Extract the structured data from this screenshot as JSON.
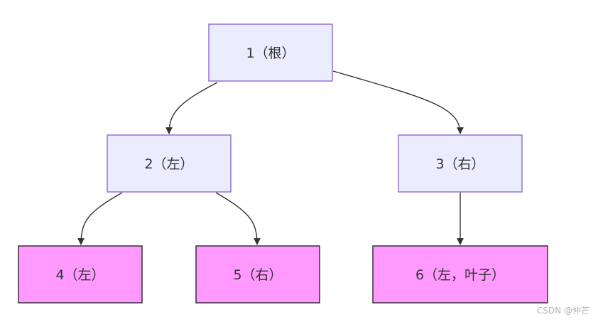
{
  "diagram": {
    "nodes": [
      {
        "id": "n1",
        "label": "1（根）"
      },
      {
        "id": "n2",
        "label": "2（左）"
      },
      {
        "id": "n3",
        "label": "3（右）"
      },
      {
        "id": "n4",
        "label": "4（左）"
      },
      {
        "id": "n5",
        "label": "5（右）"
      },
      {
        "id": "n6",
        "label": "6（左，叶子）"
      }
    ],
    "edges": [
      {
        "from": "n1",
        "to": "n2"
      },
      {
        "from": "n1",
        "to": "n3"
      },
      {
        "from": "n2",
        "to": "n4"
      },
      {
        "from": "n2",
        "to": "n5"
      },
      {
        "from": "n3",
        "to": "n6"
      }
    ],
    "colors": {
      "internal_fill": "#ececff",
      "internal_stroke": "#9370db",
      "leaf_fill": "#ff99ff",
      "leaf_stroke": "#333333",
      "edge": "#333333"
    }
  },
  "watermark": "CSDN @仲芒"
}
